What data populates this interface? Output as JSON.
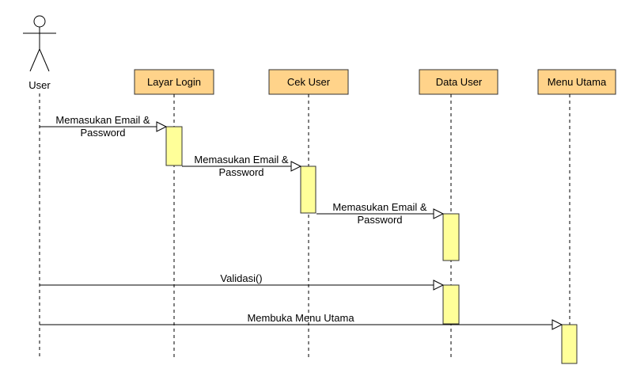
{
  "actor": {
    "label": "User",
    "icon": "stick-figure-icon"
  },
  "participants": [
    {
      "id": "layar_login",
      "label": "Layar Login"
    },
    {
      "id": "cek_user",
      "label": "Cek User"
    },
    {
      "id": "data_user",
      "label": "Data User"
    },
    {
      "id": "menu_utama",
      "label": "Menu Utama"
    }
  ],
  "messages": [
    {
      "from": "User",
      "to": "Layar Login",
      "line1": "Memasukan Email &",
      "line2": "Password"
    },
    {
      "from": "Layar Login",
      "to": "Cek User",
      "line1": "Memasukan Email &",
      "line2": "Password"
    },
    {
      "from": "Cek User",
      "to": "Data User",
      "line1": "Memasukan Email &",
      "line2": "Password"
    },
    {
      "from": "User",
      "to": "Data User",
      "line1": "Validasi()"
    },
    {
      "from": "User",
      "to": "Menu Utama",
      "line1": "Membuka Menu Utama"
    }
  ],
  "colors": {
    "participant_fill": "#ffd38a",
    "participant_stroke": "#333333",
    "activation_fill": "#ffff99",
    "activation_stroke": "#333333",
    "line": "#000000"
  }
}
